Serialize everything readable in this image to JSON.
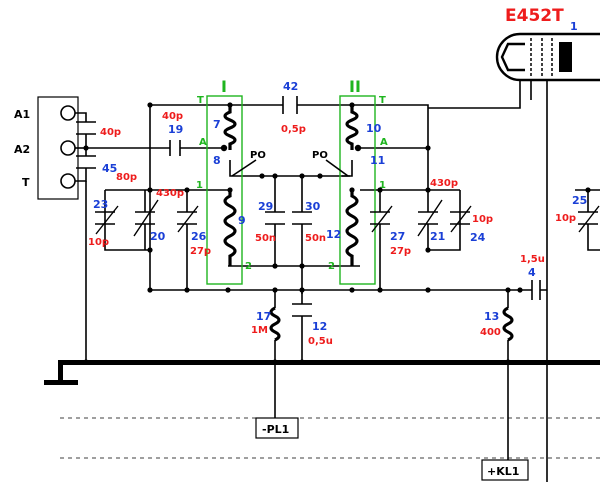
{
  "tube": {
    "label": "E452T",
    "pin": "1"
  },
  "terminals": {
    "a1": "A1",
    "a2": "A2",
    "t": "T"
  },
  "filters": {
    "one": "I",
    "two": "II"
  },
  "section_pins": {
    "t_left": "T",
    "t_right": "T",
    "a_left": "A",
    "a_right": "A",
    "one_left": "1",
    "one_right": "1",
    "two_left": "2",
    "two_right": "2"
  },
  "switches": {
    "po_left": "PO",
    "po_right": "PO"
  },
  "parts": {
    "c19": {
      "num": "19",
      "val": "40p"
    },
    "c40": {
      "val": "40p"
    },
    "c45": {
      "num": "45",
      "val": "80p"
    },
    "c42": {
      "num": "42",
      "val": "0,5p"
    },
    "l7": {
      "num": "7"
    },
    "l8": {
      "num": "8"
    },
    "l9": {
      "num": "9"
    },
    "l10": {
      "num": "10"
    },
    "l11": {
      "num": "11"
    },
    "l12": {
      "num": "12"
    },
    "c23": {
      "num": "23",
      "val": "10p"
    },
    "c20": {
      "num": "20",
      "val": "430p"
    },
    "c26": {
      "num": "26",
      "val": "27p"
    },
    "c29": {
      "num": "29",
      "val": "50n"
    },
    "c30": {
      "num": "30",
      "val": "50n"
    },
    "c27": {
      "num": "27",
      "val": "27p"
    },
    "c21": {
      "num": "21",
      "val": "430p"
    },
    "c24": {
      "num": "24",
      "val": "10p"
    },
    "c25": {
      "num": "25",
      "val": "10p"
    },
    "r17": {
      "num": "17",
      "val": "1M"
    },
    "c12": {
      "num": "12",
      "val": "0,5u"
    },
    "c4": {
      "num": "4",
      "val": "1,5u"
    },
    "r13": {
      "num": "13",
      "val": "400"
    }
  },
  "boxes": {
    "pl1": "-PL1",
    "kl1": "+KL1"
  }
}
